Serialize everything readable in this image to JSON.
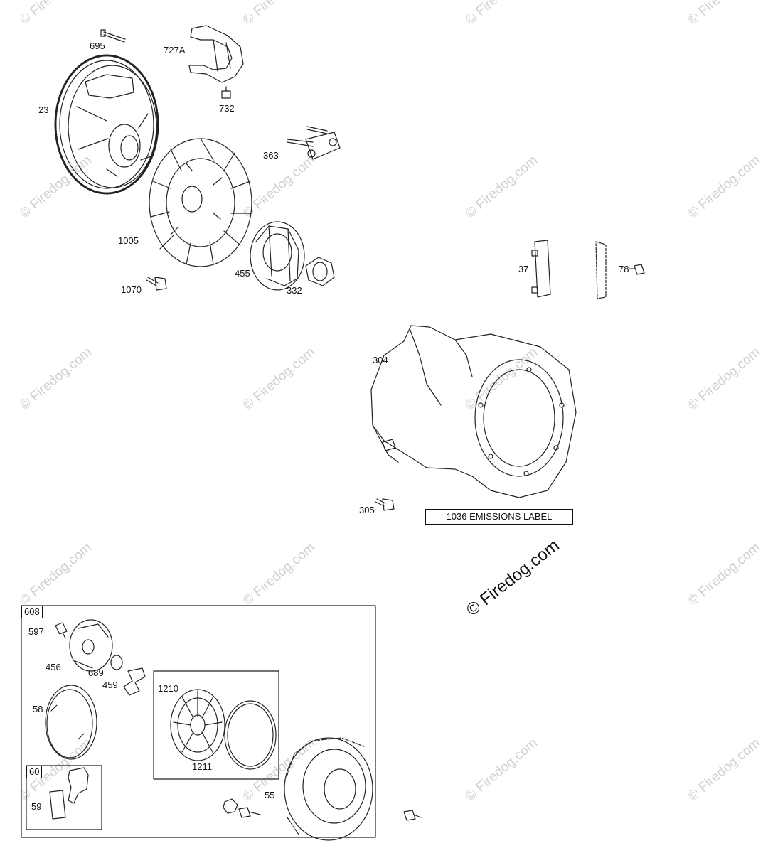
{
  "watermark": "© Firedog.com",
  "watermark_main": "© Firedog.com",
  "parts": {
    "p695": "695",
    "p727A": "727A",
    "p732": "732",
    "p23": "23",
    "p363": "363",
    "p1005": "1005",
    "p455": "455",
    "p332": "332",
    "p1070": "1070",
    "p37": "37",
    "p78": "78",
    "p304": "304",
    "p305": "305",
    "p608": "608",
    "p597": "597",
    "p456": "456",
    "p689": "689",
    "p459": "459",
    "p1210": "1210",
    "p58": "58",
    "p1211": "1211",
    "p60": "60",
    "p59": "59",
    "p55": "55"
  },
  "emissions_label": "1036 EMISSIONS LABEL"
}
